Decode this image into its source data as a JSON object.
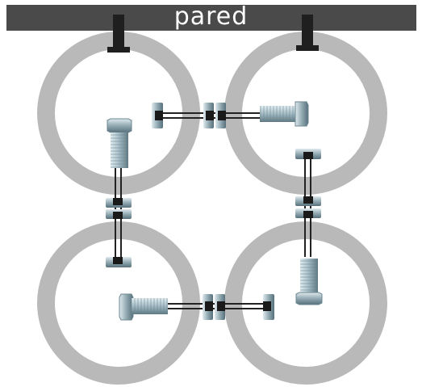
{
  "wall": {
    "label": "pared"
  },
  "colors": {
    "wall": "#4a4a4a",
    "bracket": "#1f1f1f",
    "ring": "#b9b9b9",
    "steel_light": "#cfe0e6",
    "steel_mid": "#9fb7c0",
    "steel_dark": "#6c8791",
    "nut_dark": "#1a1a1a",
    "rod": "#222222"
  },
  "components": {
    "rings": [
      "ring-top-left",
      "ring-top-right",
      "ring-bottom-left",
      "ring-bottom-right"
    ],
    "wall_brackets": [
      "wall-bracket-left",
      "wall-bracket-right"
    ],
    "bolts": [
      "bolt-top-right",
      "bolt-top-left",
      "bolt-bottom-left",
      "bolt-bottom-right"
    ],
    "rods": [
      "rod-top",
      "rod-bottom",
      "rod-left",
      "rod-right"
    ]
  }
}
